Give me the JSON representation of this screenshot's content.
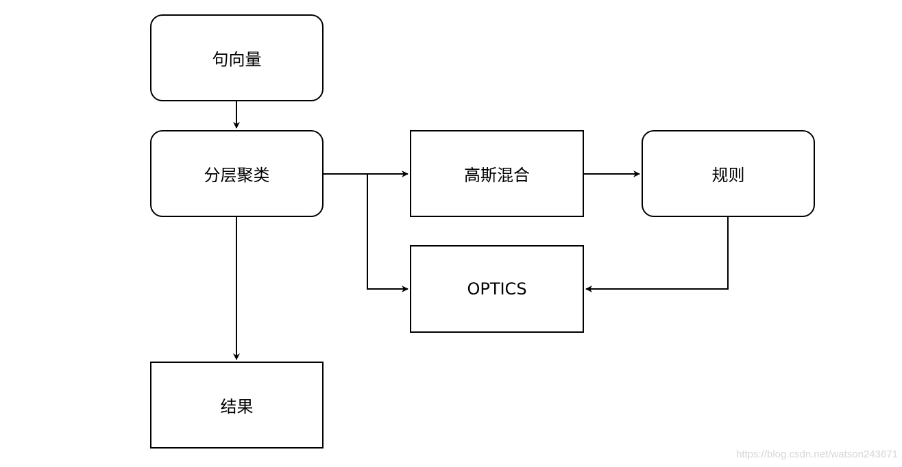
{
  "diagram": {
    "nodes": {
      "sentence_vector": "句向量",
      "hierarchical_clustering": "分层聚类",
      "gaussian_mixture": "高斯混合",
      "rules": "规则",
      "optics": "OPTICS",
      "result": "结果"
    },
    "edges": [
      {
        "from": "句向量",
        "to": "分层聚类"
      },
      {
        "from": "分层聚类",
        "to": "高斯混合"
      },
      {
        "from": "分层聚类",
        "to": "OPTICS"
      },
      {
        "from": "分层聚类",
        "to": "结果"
      },
      {
        "from": "高斯混合",
        "to": "规则"
      },
      {
        "from": "规则",
        "to": "OPTICS"
      }
    ]
  },
  "watermark": "https://blog.csdn.net/watson243671",
  "colors": {
    "stroke": "#000000",
    "background": "#ffffff",
    "watermark": "#d6d6d6"
  }
}
